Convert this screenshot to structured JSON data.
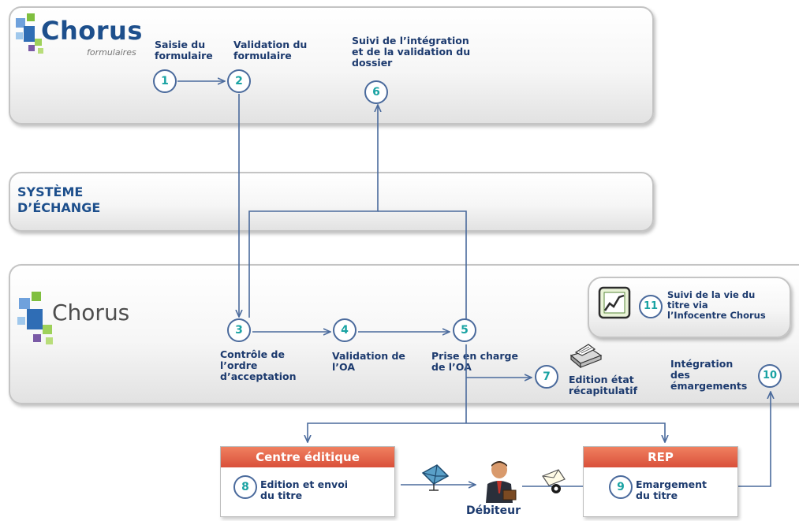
{
  "top_panel": {
    "logo_title": "Chorus",
    "logo_subtitle": "formulaires",
    "label_saisie": "Saisie du\nformulaire",
    "label_validation": "Validation du\nformulaire",
    "label_suivi": "Suivi de l’intégration\net de la validation du\ndossier"
  },
  "exchange_panel": {
    "title": "SYSTÈME\nD’ÉCHANGE"
  },
  "chorus_panel": {
    "logo_title": "Chorus",
    "label_controle": "Contrôle de\nl’ordre\nd’acceptation",
    "label_validation_oa": "Validation de\nl’OA",
    "label_prise": "Prise en charge\nde l’OA",
    "label_edition_etat": "Edition état\nrécapitulatif",
    "label_integration": "Intégration\ndes\némargements",
    "infocentre_label": "Suivi de la vie du\ntitre via\nl’Infocentre Chorus"
  },
  "steps": [
    "1",
    "2",
    "3",
    "4",
    "5",
    "6",
    "7",
    "8",
    "9",
    "10",
    "11"
  ],
  "centre_editique": {
    "header": "Centre éditique",
    "label": "Edition et envoi\ndu titre"
  },
  "rep": {
    "header": "REP",
    "label": "Emargement\ndu titre"
  },
  "debiteur_label": "Débiteur",
  "icons": {
    "top_logo": "chorus-formulaires-logo-icon",
    "main_logo": "chorus-logo-icon",
    "chart": "chart-icon",
    "printer": "printer-icon",
    "envelope": "envelope-icon",
    "mail": "mail-icon",
    "person": "person-icon"
  },
  "colors": {
    "accent_teal": "#1aa3a3",
    "text_navy": "#1c3a6e",
    "box_header": "#e06448",
    "line": "#4a6a9c"
  }
}
